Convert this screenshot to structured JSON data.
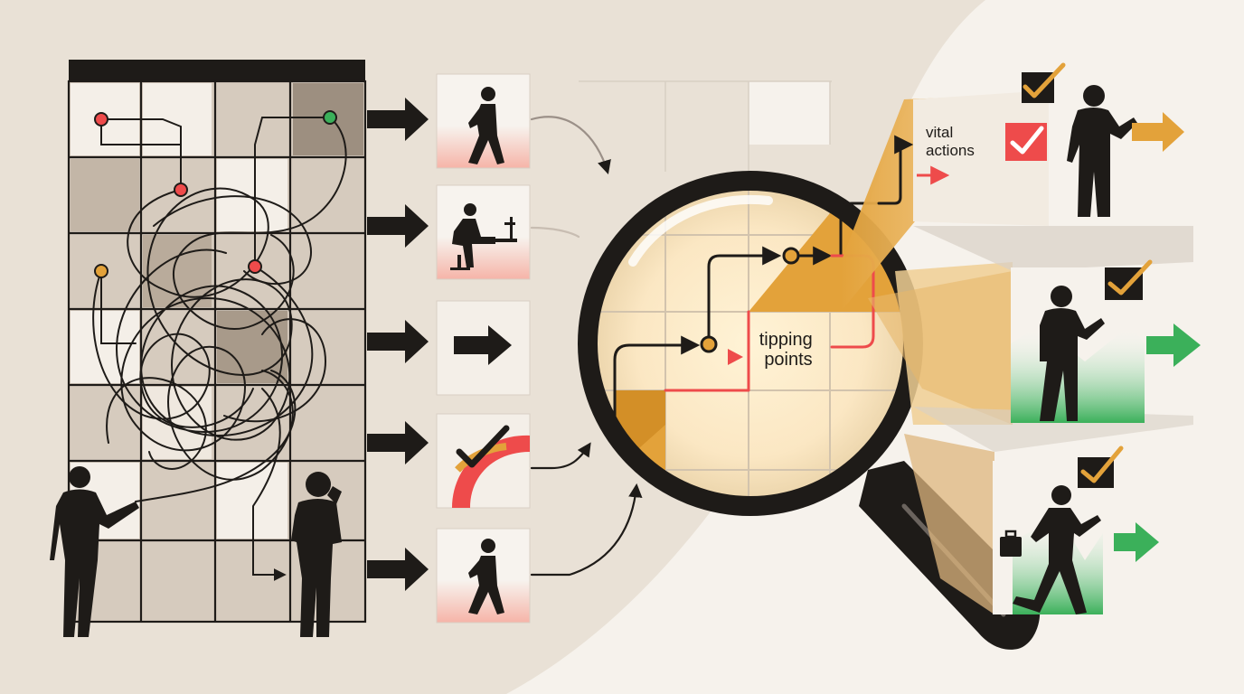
{
  "labels": {
    "tipping_line1": "tipping",
    "tipping_line2": "points",
    "vital_line1": "vital",
    "vital_line2": "actions"
  },
  "icons": [
    "person-walking-icon",
    "person-at-desk-icon",
    "right-arrow-icon",
    "checkmark-curve-icon",
    "person-walking-icon",
    "magnifying-glass-icon",
    "checkbox-checked-icon",
    "person-pointing-icon",
    "person-running-with-briefcase-icon"
  ],
  "colors": {
    "background": "#e9e1d6",
    "ink": "#1e1b18",
    "accent_red": "#ee4b4b",
    "accent_orange": "#e3a23a",
    "accent_green": "#3bb05a"
  }
}
